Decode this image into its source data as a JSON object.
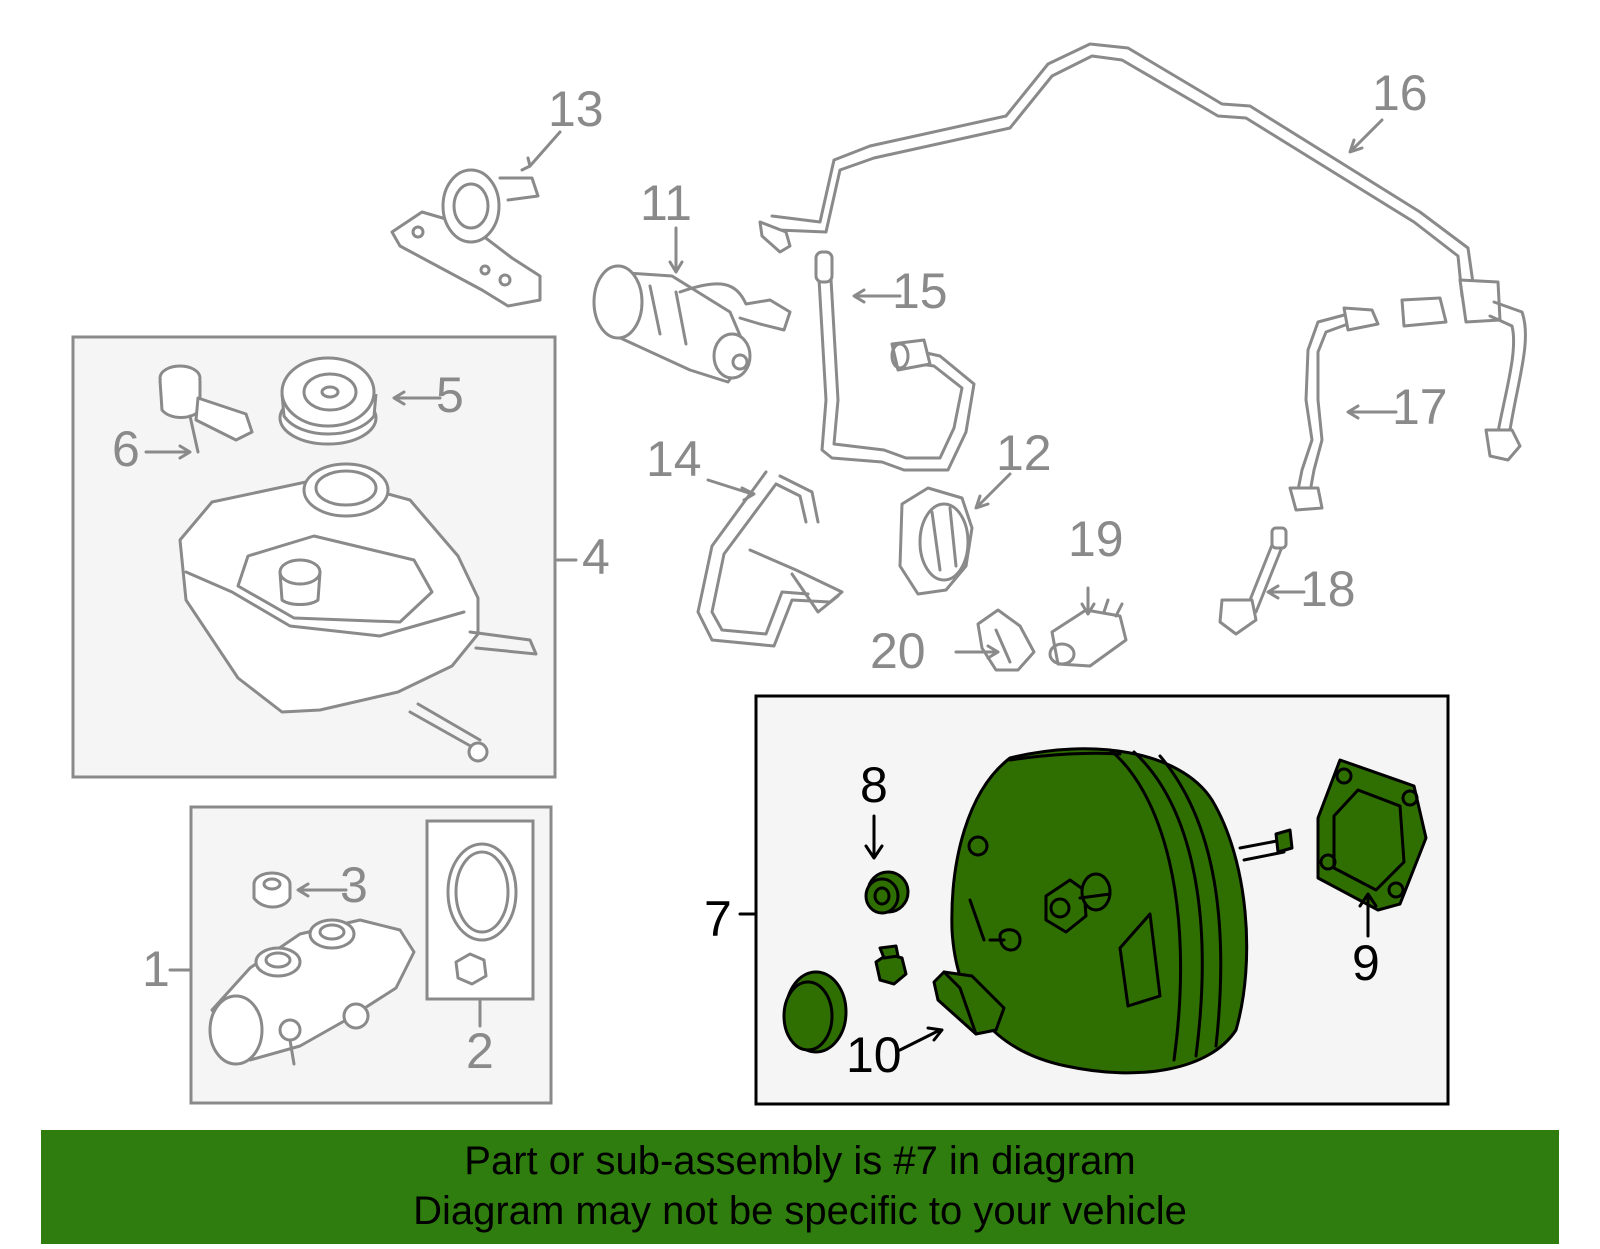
{
  "colors": {
    "line_gray": "#8a8a8a",
    "highlight_green": "#2f6e00",
    "banner_green": "#2f7d0e",
    "panel_fill": "#f5f5f5"
  },
  "callouts": {
    "c1": "1",
    "c2": "2",
    "c3": "3",
    "c4": "4",
    "c5": "5",
    "c6": "6",
    "c7": "7",
    "c8": "8",
    "c9": "9",
    "c10": "10",
    "c11": "11",
    "c12": "12",
    "c13": "13",
    "c14": "14",
    "c15": "15",
    "c16": "16",
    "c17": "17",
    "c18": "18",
    "c19": "19",
    "c20": "20"
  },
  "banner": {
    "line1": "Part or sub-assembly is #7 in diagram",
    "line2": "Diagram may not be specific to your vehicle"
  }
}
